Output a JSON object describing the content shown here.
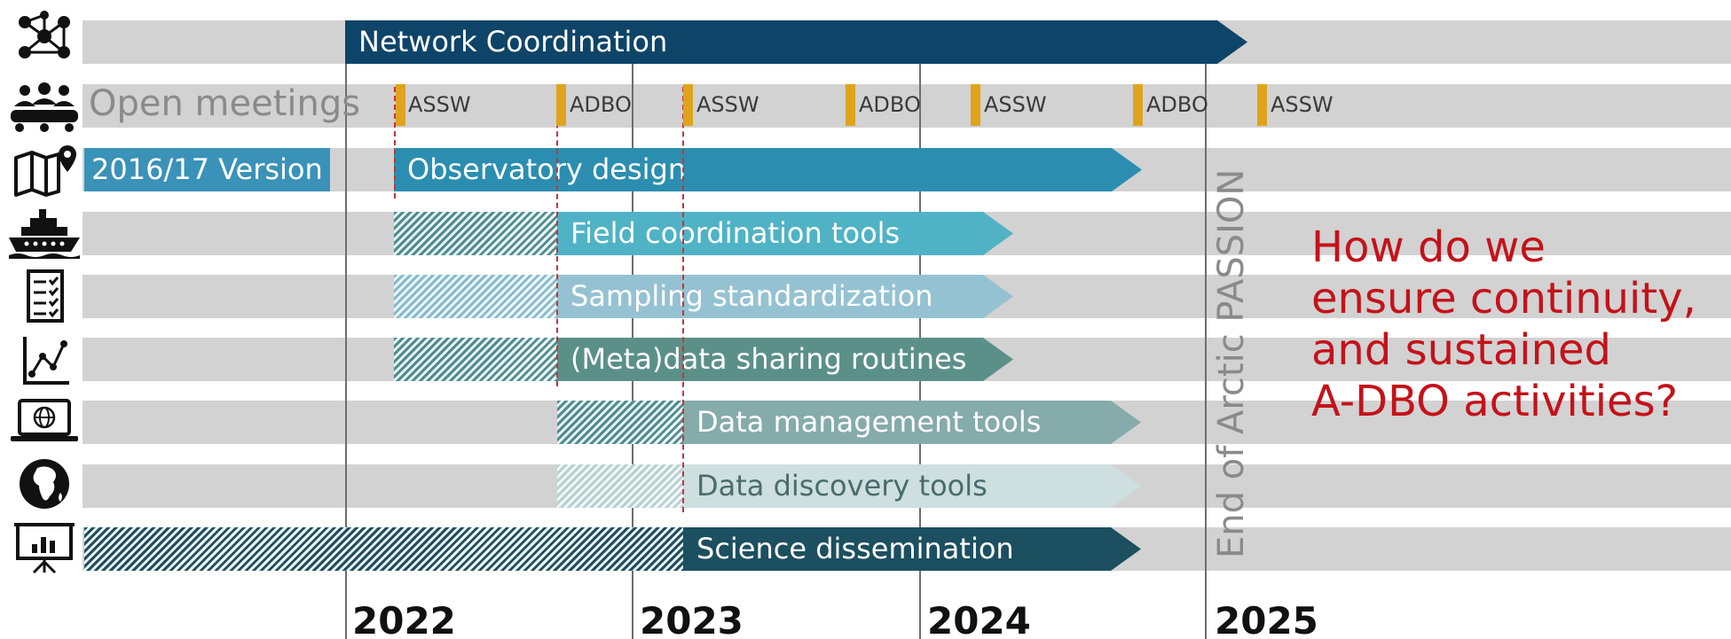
{
  "header": {
    "network_coordination": "Network Coordination"
  },
  "open_meetings": {
    "label": "Open meetings",
    "meetings": [
      "ASSW",
      "ADBO",
      "ASSW",
      "ADBO",
      "ASSW",
      "ADBO",
      "ASSW"
    ]
  },
  "version_label": "2016/17 Version",
  "workstreams": [
    "Observatory design",
    "Field coordination tools",
    "Sampling standardization",
    "(Meta)data sharing routines",
    "Data management tools",
    "Data discovery tools",
    "Science dissemination"
  ],
  "years": [
    "2022",
    "2023",
    "2024",
    "2025"
  ],
  "end_label": "End of Arctic PASSION",
  "question": {
    "line1": "How do we",
    "line2": "ensure continuity,",
    "line3": "and sustained",
    "line4": "A-DBO activities?"
  },
  "icons": [
    "network-icon",
    "people-group-icon",
    "map-pin-icon",
    "ship-icon",
    "checklist-icon",
    "line-chart-icon",
    "laptop-globe-icon",
    "globe-africa-icon",
    "presentation-board-icon"
  ],
  "colors": {
    "network": "#0e4468",
    "observatory": "#2b8eb0",
    "version": "#3a92b8",
    "field": "#4fb3c5",
    "sampling": "#95c2d2",
    "metadata": "#5b9089",
    "data_management": "#85abaa",
    "data_discovery": "#cddfdf",
    "science": "#1c4f5f",
    "meeting_marker": "#dfa41c",
    "question_text": "#c4121a",
    "track": "#d2d2d2"
  }
}
